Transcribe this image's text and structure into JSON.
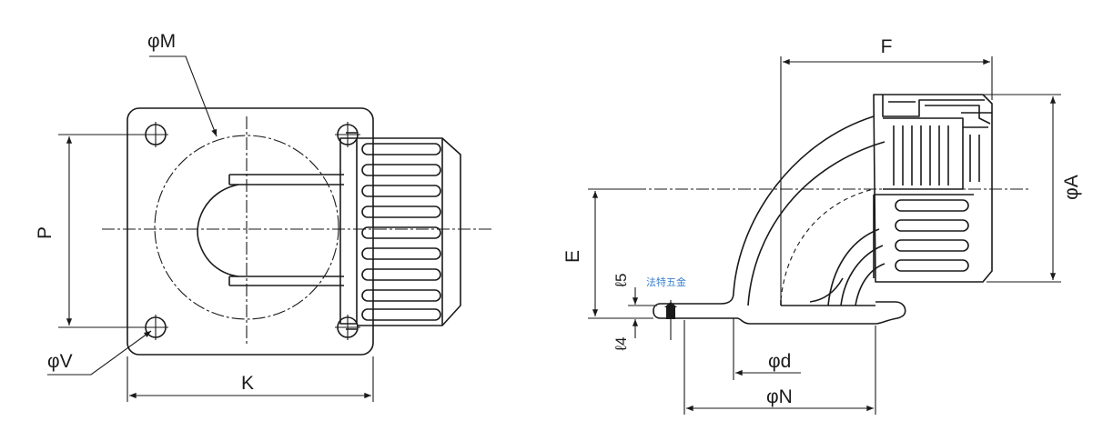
{
  "labels": {
    "phi_M": "φM",
    "P": "P",
    "phi_V": "φV",
    "K": "K",
    "F": "F",
    "phi_A": "φA",
    "E": "E",
    "l5": "ℓ5",
    "l4": "ℓ4",
    "phi_d": "φd",
    "phi_N": "φN"
  },
  "watermark": "法特五金",
  "colors": {
    "line": "#1a1a1a",
    "watermark": "#3a7fd0",
    "background": "#ffffff"
  }
}
